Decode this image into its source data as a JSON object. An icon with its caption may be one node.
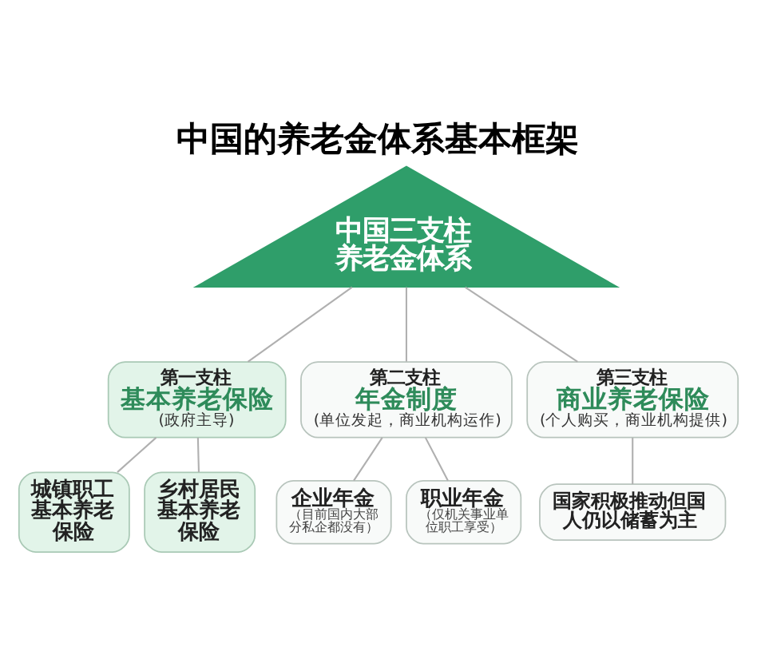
{
  "diagram": {
    "title": "中国的养老金体系基本框架",
    "nodes": [
      {
        "text": [
          "中国三支柱养老金体系"
        ]
      },
      {
        "text": [
          "第一支柱",
          "基本养老保险",
          "(政府主导)"
        ]
      },
      {
        "text": [
          "第二支柱",
          "年金制度",
          "(单位发起，商业机构运作)"
        ]
      },
      {
        "text": [
          "第三支柱",
          "商业养老保险",
          "(个人购买，商业机构提供)"
        ]
      },
      {
        "text": [
          "城镇职工基本养老保险"
        ]
      },
      {
        "text": [
          "乡村居民基本养老保险"
        ]
      },
      {
        "text": [
          "企业年金",
          "（目前国内大部分私企都没有）"
        ]
      },
      {
        "text": [
          "职业年金",
          "（仅机关事业单位职工享受）"
        ]
      },
      {
        "text": [
          "国家积极推动但国人仍以储蓄为主"
        ]
      }
    ],
    "edges": [
      {
        "from": 0,
        "to": 1,
        "arrow": "none"
      },
      {
        "from": 0,
        "to": 2,
        "arrow": "none"
      },
      {
        "from": 0,
        "to": 3,
        "arrow": "none"
      },
      {
        "from": 1,
        "to": 4,
        "arrow": "none"
      },
      {
        "from": 1,
        "to": 5,
        "arrow": "none"
      },
      {
        "from": 2,
        "to": 6,
        "arrow": "none"
      },
      {
        "from": 2,
        "to": 7,
        "arrow": "none"
      },
      {
        "from": 3,
        "to": 8,
        "arrow": "none"
      }
    ]
  }
}
